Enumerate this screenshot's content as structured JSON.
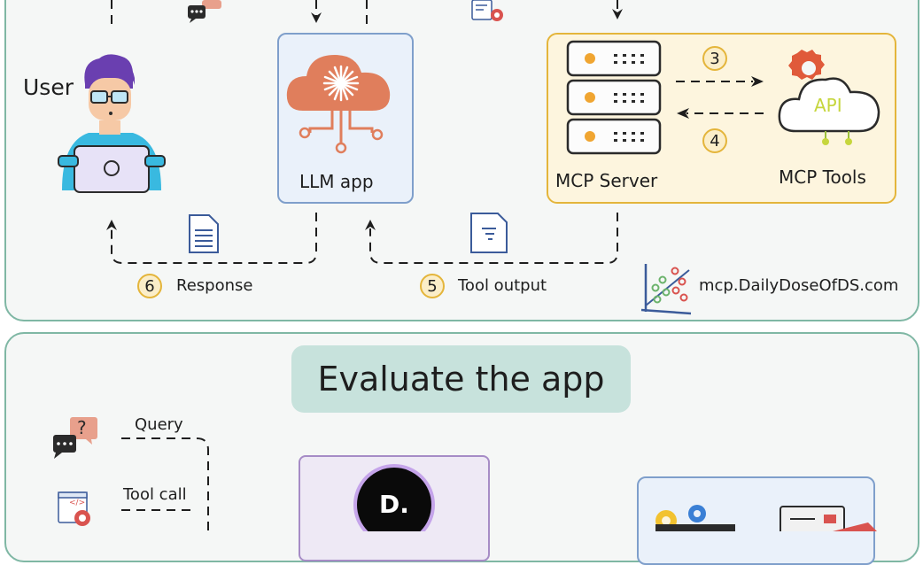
{
  "top": {
    "user_label": "User",
    "llm_label": "LLM app",
    "mcp_server_label": "MCP Server",
    "mcp_tools_label": "MCP Tools",
    "api_text": "API",
    "step3": "3",
    "step4": "4",
    "step5": "5",
    "step6": "6",
    "response_label": "Response",
    "tool_output_label": "Tool output",
    "website": "mcp.DailyDoseOfDS.com"
  },
  "bottom": {
    "title": "Evaluate the app",
    "query_label": "Query",
    "tool_call_label": "Tool call",
    "query_icon_text": "?",
    "code_icon_text": "</>",
    "logo_letter": "D."
  },
  "colors": {
    "panel_border": "#7fb7a4",
    "llm_box": "#eaf1fa",
    "mcp_box": "#fdf5de",
    "badge": "#fbeec9",
    "title_pill": "#c7e2dc",
    "cloud": "#e07e5c"
  }
}
